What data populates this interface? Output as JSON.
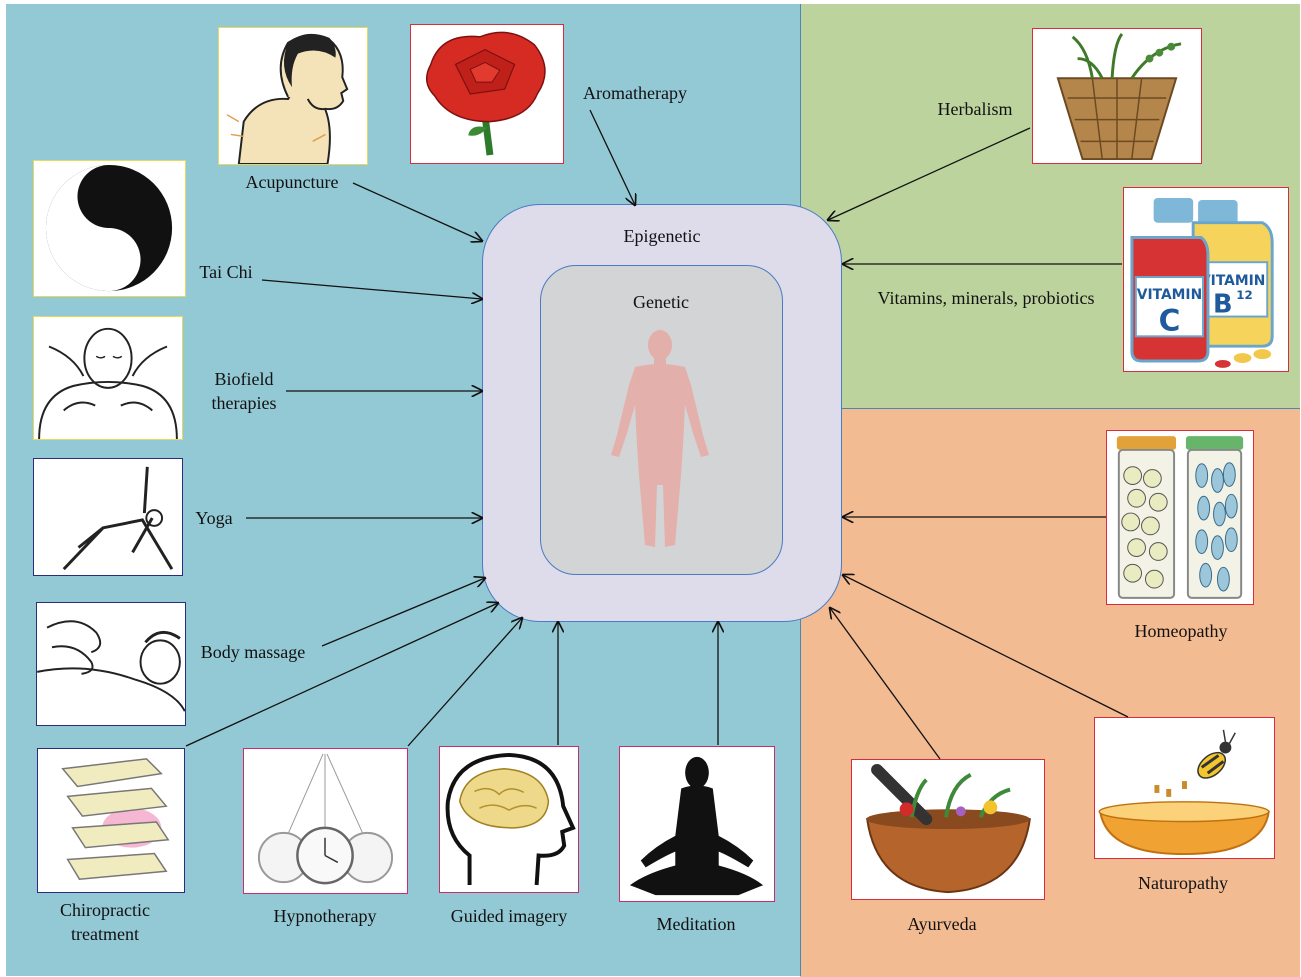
{
  "center": {
    "outer_label": "Epigenetic",
    "inner_label": "Genetic",
    "figure_icon": "human-body-silhouette-icon"
  },
  "colors": {
    "mind_body_panel": "#93c8d5",
    "biologic_panel": "#bcd39d",
    "whole_system_panel": "#f3bb92",
    "epigenetic_box": "#dedbeb",
    "genetic_box": "#d3d4d6",
    "box_border": "#4a7bc4"
  },
  "therapies": {
    "acupuncture": {
      "label": "Acupuncture",
      "icon": "acupuncture-icon"
    },
    "aromatherapy": {
      "label": "Aromatherapy",
      "icon": "rose-icon"
    },
    "tai_chi": {
      "label": "Tai Chi",
      "icon": "yin-yang-icon"
    },
    "biofield": {
      "line1": "Biofield",
      "line2": "therapies",
      "icon": "healing-hands-icon"
    },
    "yoga": {
      "label": "Yoga",
      "icon": "yoga-pose-icon"
    },
    "body_massage": {
      "label": "Body massage",
      "icon": "massage-icon"
    },
    "chiropractic": {
      "line1": "Chiropractic",
      "line2": "treatment",
      "icon": "spine-icon"
    },
    "hypnotherapy": {
      "label": "Hypnotherapy",
      "icon": "pocket-watch-icon"
    },
    "guided_imagery": {
      "label": "Guided imagery",
      "icon": "brain-head-icon"
    },
    "meditation": {
      "label": "Meditation",
      "icon": "meditation-icon"
    },
    "herbalism": {
      "label": "Herbalism",
      "icon": "herb-basket-icon"
    },
    "vitamins": {
      "label": "Vitamins, minerals, probiotics",
      "icon": "vitamin-bottles-icon",
      "bottle_left": "VITAMIN",
      "bottle_left_letter": "C",
      "bottle_right": "VITAMIN",
      "bottle_right_letter": "B",
      "bottle_right_sub": "12"
    },
    "homeopathy": {
      "label": "Homeopathy",
      "icon": "pill-jars-icon"
    },
    "naturopathy": {
      "label": "Naturopathy",
      "icon": "bee-bowl-icon"
    },
    "ayurveda": {
      "label": "Ayurveda",
      "icon": "mortar-herbs-icon"
    }
  }
}
